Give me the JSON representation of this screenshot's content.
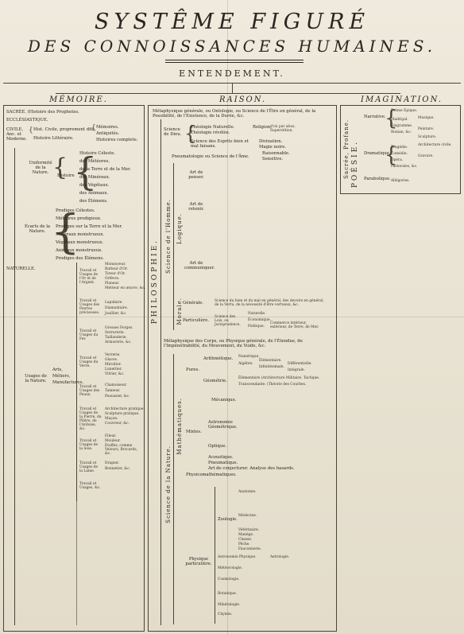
{
  "header": {
    "title_line1": "SYSTÊME FIGURÉ",
    "title_line2": "DES CONNOISSANCES HUMAINES.",
    "subtitle": "ENTENDEMENT."
  },
  "memoire": {
    "heading": "MÉMOIRE.",
    "sacree": "SACRÉE. (Histoire des Prophetes.",
    "ecclesiastique": "ECCLÉSIASTIQUE.",
    "civile_label": "CIVILE, Anc. et Moderne.",
    "hist_civile": "Hist. Civile, proprement dite.",
    "hist_litteraire": "Histoire Littéraire.",
    "memoires": "Mémoires.",
    "antiquites": "Antiquités.",
    "histoire_complete": "Histoires complete.",
    "naturelle": "NATURELLE.",
    "uniformite": "Uniformité de la Nature.",
    "histoire": "Histoire",
    "histoire_celeste": "Histoire Céleste.",
    "des_meteores": "des Météores.",
    "de_la_terre": "de la Terre et de la Mer.",
    "des_mineraux": "des Minéraux.",
    "des_vegetaux": "des Végétaux.",
    "des_animaux": "des Animaux.",
    "des_elemens": "des Élémens.",
    "ecarts": "Écarts de la Nature.",
    "prodiges_celestes": "Prodiges Célestes.",
    "meteores_prodigieux": "Météores prodigieux.",
    "prodiges_terre": "Prodiges sur la Terre et la Mer.",
    "mineraux_monstrueux": "Minéraux monstrueux.",
    "vegetaux_monstrueux": "Végétaux monstrueux.",
    "animaux_monstrueux": "Animaux monstrueux.",
    "prodiges_elemens": "Prodiges des Élémens.",
    "usages": "Usages de la Nature.",
    "arts": "Arts,",
    "metiers": "Métiers,",
    "manufactures": "Manufactures.",
    "travaux": [
      "Travail et Usages de l'Or et de l'Argent.",
      "Travail et Usages des Pierres précieuses.",
      "Travail et Usages du Fer.",
      "Travail et Usages du Verre.",
      "Travail et Usages des Peaux.",
      "Travail et Usages de la Pierre, du Plâtre, de l'Ardoise, &c.",
      "Travail et Usages de la Soie.",
      "Travail et Usages de la Laine.",
      "Travail et Usages, &c."
    ],
    "metiers_list": [
      "Monnoyeur.",
      "Batteur d'Or.",
      "Tireur d'Or.",
      "Orfèvre.",
      "Planeur.",
      "Metteur en œuvre, &c.",
      "Lapidaire.",
      "Diamantaire.",
      "Joaillier, &c.",
      "Grosses Forges.",
      "Serrurerie.",
      "Taillanderie.",
      "Armurerie, &c.",
      "Verrerie.",
      "Glaces.",
      "Miroitier.",
      "Lunettier.",
      "Vitrier, &c.",
      "Chamoiseur.",
      "Tanneur.",
      "Peaussier, &c.",
      "Architecture pratique.",
      "Sculpture pratique.",
      "Maçon.",
      "Couvreur, &c.",
      "Fileur.",
      "Mouleur.",
      "Étoffes, comme Velours, Brocards, &c.",
      "Drapier.",
      "Bonnetier, &c."
    ]
  },
  "raison": {
    "heading": "RAISON.",
    "philosophie": "PHILOSOPHIE.",
    "metaphysique": "Métaphysique générale, ou Ontologie, ou Science de l'Être en général, de la Possibilité, de l'Existence, de la Durée, &c.",
    "science_de_dieu": "Science de Dieu.",
    "theologie_naturelle": "Théologie Naturelle.",
    "theologie_revelee": "Théologie révélée.",
    "religion": "Religion,",
    "religion_sub": "d'où par abus, Superstition.",
    "esprits": "Science des Esprits bien et mal faisans.",
    "divination": "Divination.",
    "magie_noire": "Magie noire.",
    "pneumatologie": "Pneumatologie ou Science de l'Âme.",
    "raisonnable": "Raisonnable.",
    "sensitive": "Sensitive.",
    "science_de_l_homme": "Science de l'Homme.",
    "logique": "Logique.",
    "morale": "Morale.",
    "art_de_penser": "Art de penser.",
    "art_de_retenir": "Art de retenir.",
    "art_de_communiquer": "Art de communiquer.",
    "generale": "Générale.",
    "particuliere": "Particulière.",
    "morale_gen": "Science du bien et du mal en général, des devoirs en général, de la Vertu, de la nécessité d'être vertueux, &c.",
    "science_des_lois": "Science des Loix, ou Jurisprudence.",
    "naturelle_j": "Naturelle.",
    "economique": "Économique.",
    "politique": "Politique.",
    "commerce": "Commerce intérieur, extérieur, de Terre, de Mer.",
    "science_de_la_nature": "Science de la Nature.",
    "metaphysique_corps": "Métaphysique des Corps, ou Physique générale, de l'Étendue, de l'Impénétrabilité, du Mouvement, du Vuide, &c.",
    "mathematiques": "Mathématiques.",
    "pures": "Pures.",
    "mixtes": "Mixtes.",
    "arithmetique": "Arithmétique.",
    "geometrie": "Géométrie.",
    "numerique": "Numérique.",
    "algebre": "Algèbre.",
    "elementaire": "Élémentaire.",
    "infinitesimale": "Infinitésimale.",
    "differentielle": "Différentielle.",
    "integrale": "Intégrale.",
    "elementaire_g": "Élémentaire (Architecture Militaire. Tactique.",
    "transcendante": "Transcendante. (Théorie des Courbes.",
    "mecanique": "Mécanique.",
    "astronomie_geo": "Astronomie Géométrique.",
    "optique": "Optique.",
    "acoustique": "Acoustique.",
    "pneumatique": "Pneumatique.",
    "art_conjecturer": "Art de conjecturer. Analyse des hasards.",
    "physico_math": "Physicomathématiques.",
    "physique_particuliere": "Physique particulière.",
    "zoologie": "Zoologie.",
    "anatomie": "Anatomie.",
    "medecine": "Médecine.",
    "veterinaire": "Vétérinaire.",
    "manege": "Manège.",
    "chasse": "Chasse.",
    "peche": "Pêche.",
    "fauconnerie": "Fauconnerie.",
    "astronomie_physique": "Astronomie Physique.",
    "astrologie": "Astrologie.",
    "meteorologie": "Météorologie.",
    "cosmologie": "Cosmologie.",
    "botanique": "Botanique.",
    "mineralogie": "Minéralogie.",
    "chymie": "Chymie."
  },
  "imagination": {
    "heading": "IMAGINATION.",
    "poesie": "POÉSIE.",
    "sacree_profane": "Sacrée, Profane.",
    "narrative": "Narrative.",
    "poeme_epique": "Poème Épique.",
    "madrigal": "Madrigal.",
    "epigramme": "Épigramme.",
    "roman": "Roman, &c.",
    "dramatique": "Dramatique.",
    "tragedie": "Tragédie.",
    "comedie": "Comédie.",
    "opera": "Opéra.",
    "pastorales": "Pastorales, &c.",
    "parabolique": "Parabolique.",
    "allegories": "Allégories.",
    "musique": "Musique.",
    "peinture": "Peinture.",
    "sculpture": "Sculpture.",
    "architecture_civile": "Architecture civile.",
    "gravure": "Gravure."
  }
}
